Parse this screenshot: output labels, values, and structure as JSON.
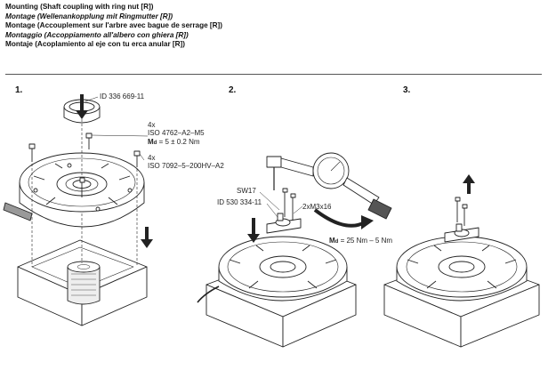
{
  "titles": [
    "Mounting (Shaft coupling with ring nut [R])",
    "Montage (Wellenankopplung mit Ringmutter [R])",
    "Montage (Accouplement sur l'arbre avec bague de serrage [R])",
    "Montaggio (Accoppiamento all'albero con ghiera [R])",
    "Montaje (Acoplamiento al eje con tu erca anular [R])"
  ],
  "steps": [
    "1.",
    "2.",
    "3."
  ],
  "step1": {
    "ring_nut_id": "ID 336 669-11",
    "screw_qty": "4x",
    "screw_spec": "ISO 4762–A2–M5",
    "torque_symbol": "M",
    "torque_subscript": "d",
    "torque_value": "= 5 ± 0.2 Nm",
    "washer_qty": "4x",
    "washer_spec": "ISO 7092–5–200HV–A2"
  },
  "step2": {
    "wrench_size": "SW17",
    "tool_id": "ID 530 334-11",
    "screws": "2xM3x16",
    "torque_symbol": "M",
    "torque_subscript": "d",
    "torque_value": "= 25 Nm – 5 Nm"
  }
}
